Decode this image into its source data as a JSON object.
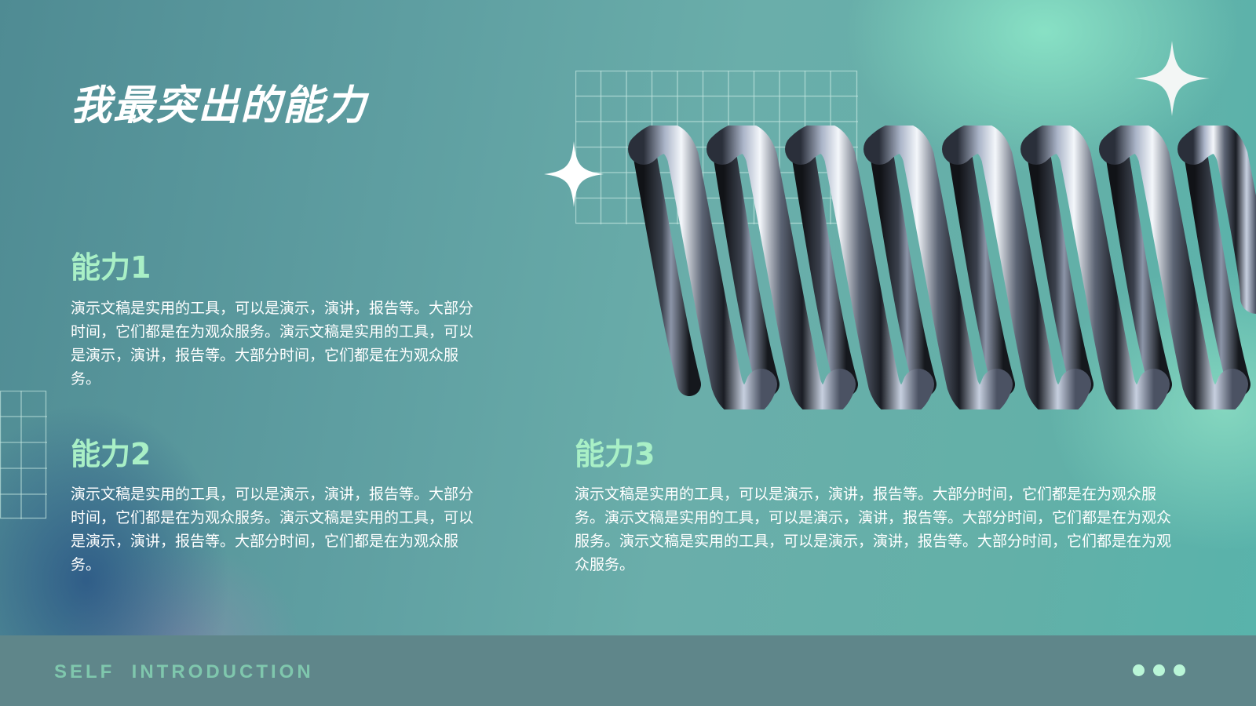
{
  "title": "我最突出的能力",
  "abilities": [
    {
      "heading": "能力1",
      "text": "演示文稿是实用的工具，可以是演示，演讲，报告等。大部分时间，它们都是在为观众服务。演示文稿是实用的工具，可以是演示，演讲，报告等。大部分时间，它们都是在为观众服务。"
    },
    {
      "heading": "能力2",
      "text": "演示文稿是实用的工具，可以是演示，演讲，报告等。大部分时间，它们都是在为观众服务。演示文稿是实用的工具，可以是演示，演讲，报告等。大部分时间，它们都是在为观众服务。"
    },
    {
      "heading": "能力3",
      "text": "演示文稿是实用的工具，可以是演示，演讲，报告等。大部分时间，它们都是在为观众服务。演示文稿是实用的工具，可以是演示，演讲，报告等。大部分时间，它们都是在为观众服务。演示文稿是实用的工具，可以是演示，演讲，报告等。大部分时间，它们都是在为观众服务。"
    }
  ],
  "footer": {
    "label": "SELF  INTRODUCTION",
    "dots_icon": "three-dots-icon"
  },
  "decor": {
    "image": "metal-coil-spring-image",
    "icons": [
      "sparkle-icon",
      "grid-pattern"
    ]
  },
  "colors": {
    "accent": "#a9f0c6",
    "footer_bg": "#5f868a",
    "footer_text": "#7fc7ad",
    "dots": "#b9f6d7"
  }
}
